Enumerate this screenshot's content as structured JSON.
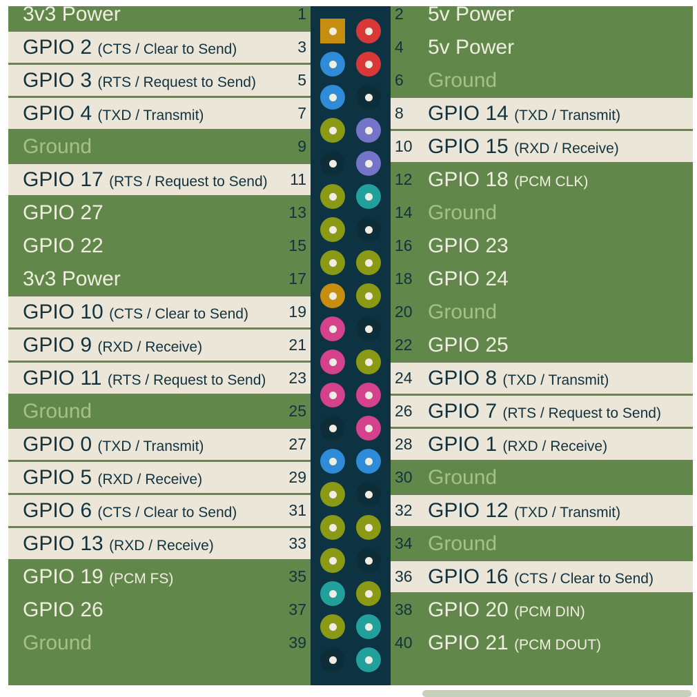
{
  "colors": {
    "power3v3": "#c68d0f",
    "power5v": "#d93838",
    "ground": "#0d2e38",
    "gpio": "#8a9a14",
    "i2c": "#2e8bd8",
    "uart": "#7474c8",
    "pcm": "#22a09c",
    "spi": "#d6418b"
  },
  "pins": [
    {
      "n": "1",
      "name": "3v3 Power",
      "sub": "",
      "kind": "power3v3",
      "hl": false
    },
    {
      "n": "2",
      "name": "5v Power",
      "sub": "",
      "kind": "power5v",
      "hl": false
    },
    {
      "n": "3",
      "name": "GPIO 2",
      "sub": "(CTS / Clear to Send)",
      "kind": "i2c",
      "hl": true
    },
    {
      "n": "4",
      "name": "5v Power",
      "sub": "",
      "kind": "power5v",
      "hl": false
    },
    {
      "n": "5",
      "name": "GPIO 3",
      "sub": "(RTS / Request to Send)",
      "kind": "i2c",
      "hl": true
    },
    {
      "n": "6",
      "name": "Ground",
      "sub": "",
      "kind": "ground",
      "hl": false
    },
    {
      "n": "7",
      "name": "GPIO 4",
      "sub": "(TXD / Transmit)",
      "kind": "gpio",
      "hl": true
    },
    {
      "n": "8",
      "name": "GPIO 14",
      "sub": "(TXD / Transmit)",
      "kind": "uart",
      "hl": true
    },
    {
      "n": "9",
      "name": "Ground",
      "sub": "",
      "kind": "ground",
      "hl": false
    },
    {
      "n": "10",
      "name": "GPIO 15",
      "sub": "(RXD / Receive)",
      "kind": "uart",
      "hl": true
    },
    {
      "n": "11",
      "name": "GPIO 17",
      "sub": "(RTS / Request to Send)",
      "kind": "gpio",
      "hl": true
    },
    {
      "n": "12",
      "name": "GPIO 18",
      "sub": "(PCM CLK)",
      "kind": "pcm",
      "hl": false
    },
    {
      "n": "13",
      "name": "GPIO 27",
      "sub": "",
      "kind": "gpio",
      "hl": false
    },
    {
      "n": "14",
      "name": "Ground",
      "sub": "",
      "kind": "ground",
      "hl": false
    },
    {
      "n": "15",
      "name": "GPIO 22",
      "sub": "",
      "kind": "gpio",
      "hl": false
    },
    {
      "n": "16",
      "name": "GPIO 23",
      "sub": "",
      "kind": "gpio",
      "hl": false
    },
    {
      "n": "17",
      "name": "3v3 Power",
      "sub": "",
      "kind": "power3v3",
      "hl": false
    },
    {
      "n": "18",
      "name": "GPIO 24",
      "sub": "",
      "kind": "gpio",
      "hl": false
    },
    {
      "n": "19",
      "name": "GPIO 10",
      "sub": "(CTS / Clear to Send)",
      "kind": "spi",
      "hl": true
    },
    {
      "n": "20",
      "name": "Ground",
      "sub": "",
      "kind": "ground",
      "hl": false
    },
    {
      "n": "21",
      "name": "GPIO 9",
      "sub": "(RXD / Receive)",
      "kind": "spi",
      "hl": true
    },
    {
      "n": "22",
      "name": "GPIO 25",
      "sub": "",
      "kind": "gpio",
      "hl": false
    },
    {
      "n": "23",
      "name": "GPIO 11",
      "sub": "(RTS / Request to Send)",
      "kind": "spi",
      "hl": true
    },
    {
      "n": "24",
      "name": "GPIO 8",
      "sub": "(TXD / Transmit)",
      "kind": "spi",
      "hl": true
    },
    {
      "n": "25",
      "name": "Ground",
      "sub": "",
      "kind": "ground",
      "hl": false
    },
    {
      "n": "26",
      "name": "GPIO 7",
      "sub": "(RTS / Request to Send)",
      "kind": "spi",
      "hl": true
    },
    {
      "n": "27",
      "name": "GPIO 0",
      "sub": "(TXD / Transmit)",
      "kind": "i2c",
      "hl": true
    },
    {
      "n": "28",
      "name": "GPIO 1",
      "sub": "(RXD / Receive)",
      "kind": "i2c",
      "hl": true
    },
    {
      "n": "29",
      "name": "GPIO 5",
      "sub": "(RXD / Receive)",
      "kind": "gpio",
      "hl": true
    },
    {
      "n": "30",
      "name": "Ground",
      "sub": "",
      "kind": "ground",
      "hl": false
    },
    {
      "n": "31",
      "name": "GPIO 6",
      "sub": "(CTS / Clear to Send)",
      "kind": "gpio",
      "hl": true
    },
    {
      "n": "32",
      "name": "GPIO 12",
      "sub": "(TXD / Transmit)",
      "kind": "gpio",
      "hl": true
    },
    {
      "n": "33",
      "name": "GPIO 13",
      "sub": "(RXD / Receive)",
      "kind": "gpio",
      "hl": true
    },
    {
      "n": "34",
      "name": "Ground",
      "sub": "",
      "kind": "ground",
      "hl": false
    },
    {
      "n": "35",
      "name": "GPIO 19",
      "sub": "(PCM FS)",
      "kind": "pcm",
      "hl": false
    },
    {
      "n": "36",
      "name": "GPIO 16",
      "sub": "(CTS / Clear to Send)",
      "kind": "gpio",
      "hl": true
    },
    {
      "n": "37",
      "name": "GPIO 26",
      "sub": "",
      "kind": "gpio",
      "hl": false
    },
    {
      "n": "38",
      "name": "GPIO 20",
      "sub": "(PCM DIN)",
      "kind": "pcm",
      "hl": false
    },
    {
      "n": "39",
      "name": "Ground",
      "sub": "",
      "kind": "ground",
      "hl": false
    },
    {
      "n": "40",
      "name": "GPIO 21",
      "sub": "(PCM DOUT)",
      "kind": "pcm",
      "hl": false
    }
  ]
}
